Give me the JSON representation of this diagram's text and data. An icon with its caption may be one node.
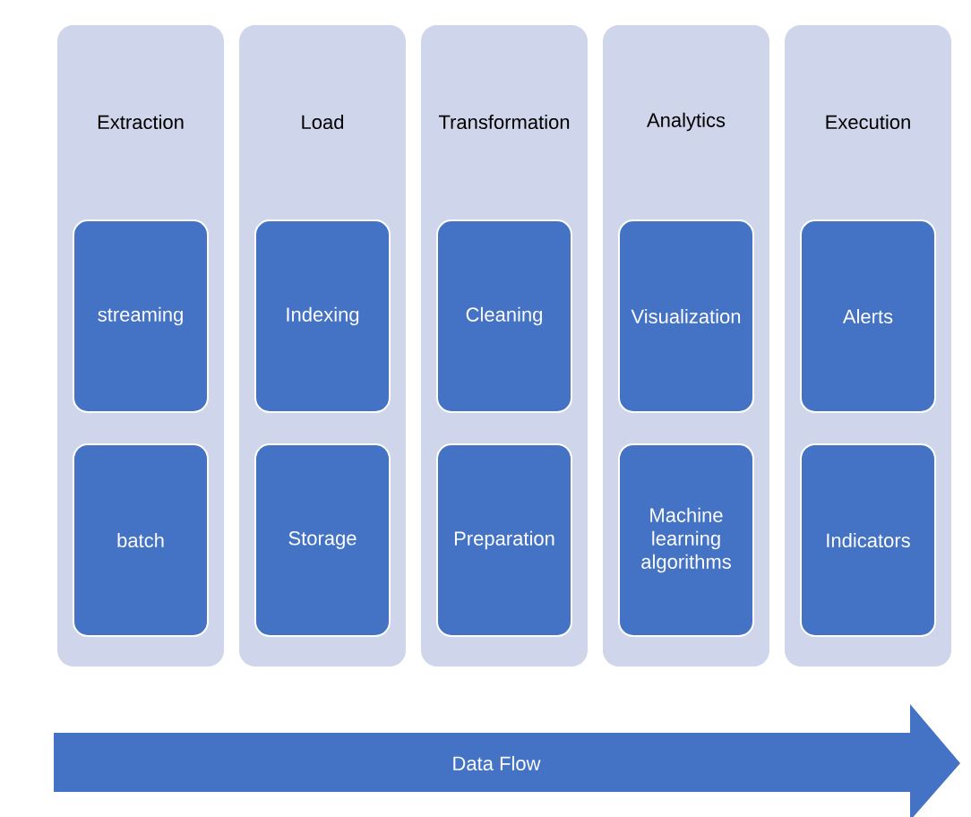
{
  "diagram": {
    "nodes": [
      {
        "text": [
          "Extraction"
        ]
      },
      {
        "text": [
          "streaming"
        ],
        "in": 0
      },
      {
        "text": [
          "batch"
        ],
        "in": 0
      },
      {
        "text": [
          "Load"
        ]
      },
      {
        "text": [
          "Indexing"
        ],
        "in": 3
      },
      {
        "text": [
          "Storage"
        ],
        "in": 3
      },
      {
        "text": [
          "Transformation"
        ]
      },
      {
        "text": [
          "Cleaning"
        ],
        "in": 6
      },
      {
        "text": [
          "Preparation"
        ],
        "in": 6
      },
      {
        "text": [
          "Analytics"
        ]
      },
      {
        "text": [
          "Visualization"
        ],
        "in": 9
      },
      {
        "text": [
          "Machine learning algorithms"
        ],
        "in": 9
      },
      {
        "text": [
          "Execution"
        ]
      },
      {
        "text": [
          "Alerts"
        ],
        "in": 12
      },
      {
        "text": [
          "Indicators"
        ],
        "in": 12
      },
      {
        "text": [
          "Data Flow"
        ]
      }
    ]
  }
}
